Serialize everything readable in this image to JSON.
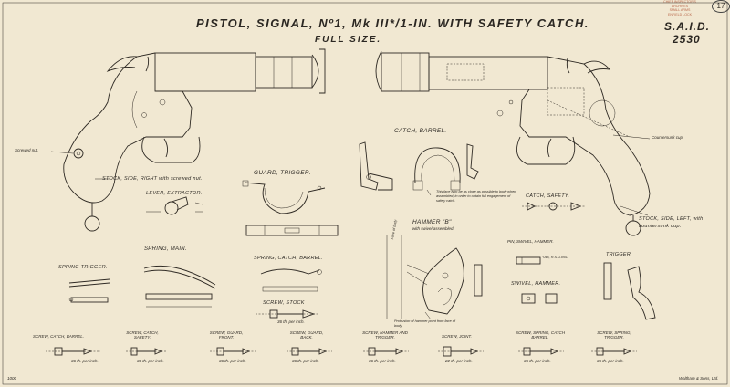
{
  "header": {
    "title": "PISTOL, SIGNAL, Nº1, Mk III*/1-IN. WITH SAFETY CATCH.",
    "subtitle": "FULL SIZE.",
    "said": "S.A.I.D.",
    "said_number": "2530",
    "stamp_lines": [
      "CHIEF INSPECTOR'S ARCHIVES",
      "SMALL ARMS",
      "ENFIELD LOCK"
    ],
    "sheet_number": "17"
  },
  "labels": {
    "catch_barrel": "CATCH, BARREL.",
    "guard_trigger": "GUARD, TRIGGER.",
    "lever_extractor": "LEVER, EXTRACTOR.",
    "catch_safety": "CATCH, SAFETY.",
    "screwed_nut": "Screwed nut.",
    "countersunk_cup": "Countersunk cup.",
    "stock_side_right": "STOCK, SIDE, RIGHT with screwed nut.",
    "stock_side_left": "STOCK, SIDE, LEFT, with countersunk cup.",
    "spring_main": "SPRING, MAIN.",
    "spring_trigger": "SPRING TRIGGER.",
    "spring_catch_barrel": "SPRING, CATCH, BARREL.",
    "screw_stock": "SCREW, STOCK",
    "hammer_b": "HAMMER \"B\"",
    "hammer_b_sub": "with swivel assembled.",
    "pin_swivel_hammer": "PIN, SWIVEL, HAMMER.",
    "swivel_hammer": "SWIVEL, HAMMER.",
    "trigger": "TRIGGER.",
    "catch_note": "This face is to be as close as possible to body when assembled, in order to obtain full engagement of safety catch.",
    "hammer_note": "Protrusion of hammer point from face of body.",
    "face_of_body": "Face of body",
    "pin_dims": "·046, R.S.G.INS."
  },
  "bottom_screws": [
    {
      "name": "SCREW, CATCH, BARREL.",
      "thread": "36 th. per inch."
    },
    {
      "name": "SCREW, CATCH, SAFETY.",
      "thread": "30 th. per inch."
    },
    {
      "name": "SCREW, GUARD, FRONT.",
      "thread": "36 th. per inch."
    },
    {
      "name": "SCREW, GUARD, BACK.",
      "thread": "36 th. per inch."
    },
    {
      "name": "SCREW, HAMMER AND TRIGGER.",
      "thread": "36 th. per inch."
    },
    {
      "name": "SCREW, JOINT.",
      "thread": "22 th. per inch."
    },
    {
      "name": "SCREW, SPRING, CATCH BARREL.",
      "thread": "36 th. per inch."
    },
    {
      "name": "SCREW, SPRING, TRIGGER.",
      "thread": "36 th. per inch."
    }
  ],
  "screw_stock_thread": "36 th. per inch.",
  "footer": {
    "left": "1000",
    "right": "Waltham & Sons, Ltd."
  }
}
